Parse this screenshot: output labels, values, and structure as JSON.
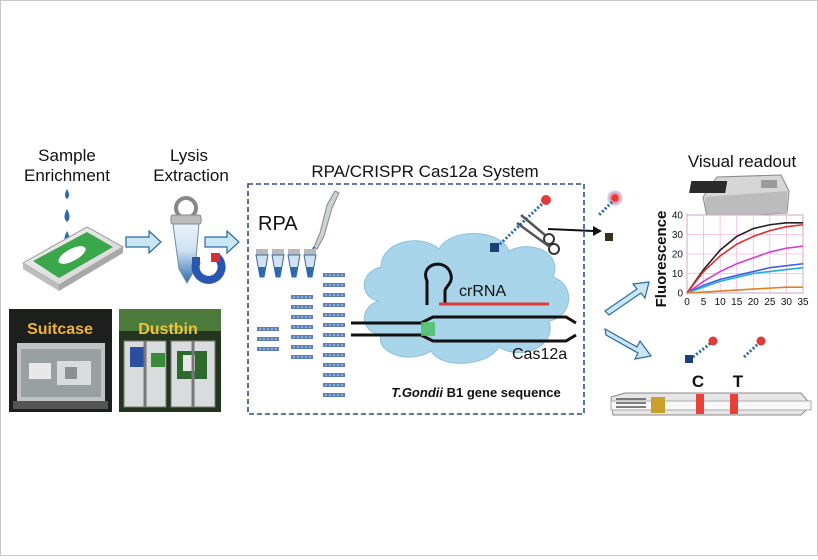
{
  "steps": {
    "sample": {
      "line1": "Sample",
      "line2": "Enrichment"
    },
    "lysis": {
      "line1": "Lysis",
      "line2": "Extraction"
    },
    "system_title": "RPA/CRISPR Cas12a System",
    "visual_readout": "Visual readout"
  },
  "photos": {
    "suitcase": "Suitcase",
    "dustbin": "Dustbin"
  },
  "system": {
    "rpa_label": "RPA",
    "crrna_label": "crRNA",
    "cas12a_label": "Cas12a",
    "gene_italic": "T.Gondii",
    "gene_rest": " B1 gene sequence"
  },
  "chart_data": {
    "type": "line",
    "title": "",
    "xlabel": "",
    "ylabel": "Fluorescence",
    "xlim": [
      0,
      35
    ],
    "ylim": [
      0,
      40
    ],
    "x_ticks": [
      0,
      5,
      10,
      15,
      20,
      25,
      30,
      35
    ],
    "y_ticks": [
      0,
      10,
      20,
      30,
      40
    ],
    "grid": true,
    "x": [
      0,
      5,
      10,
      15,
      20,
      25,
      30,
      35
    ],
    "series": [
      {
        "values": [
          0,
          12,
          22,
          29,
          33,
          35,
          36,
          36
        ],
        "color": "#222222"
      },
      {
        "values": [
          0,
          11,
          19,
          25,
          29,
          32,
          34,
          35
        ],
        "color": "#e03030"
      },
      {
        "values": [
          0,
          6,
          11,
          15,
          18,
          21,
          23,
          24
        ],
        "color": "#d040d0"
      },
      {
        "values": [
          0,
          4,
          7,
          9,
          11,
          13,
          14,
          15
        ],
        "color": "#4060e0"
      },
      {
        "values": [
          0,
          3,
          6,
          8,
          10,
          11,
          12,
          13
        ],
        "color": "#20b0d0"
      },
      {
        "values": [
          0,
          0.5,
          1,
          1.5,
          2,
          2.5,
          3,
          3
        ],
        "color": "#e08020"
      }
    ]
  },
  "strip": {
    "control_label": "C",
    "test_label": "T"
  },
  "colors": {
    "arrow_fill": "#c9e6f2",
    "arrow_stroke": "#2a6b9c",
    "cloud": "#a8d5ea",
    "crrna_red": "#e03a3a",
    "pad_green": "#3aa84a",
    "tube_blue": "#2a6bb0",
    "strip_red": "#e8413a",
    "suitcase_text": "#f0b23a",
    "dustbin_text": "#f0c43a"
  }
}
